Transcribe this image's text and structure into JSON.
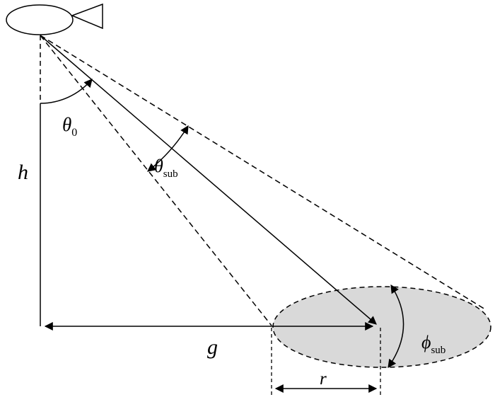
{
  "figure": {
    "description": "Satellite antenna beam geometry over ground footprint",
    "labels": {
      "height": "h",
      "nadir_angle_symbol": "θ",
      "nadir_angle_subscript": "0",
      "beamwidth_symbol": "θ",
      "beamwidth_subscript": "sub",
      "ground_range": "g",
      "azimuth_symbol": "ϕ",
      "azimuth_subscript": "sub",
      "footprint_radius": "r"
    },
    "colors": {
      "line": "#000000",
      "footprint_fill": "#d9d9d9",
      "background": "#ffffff"
    }
  }
}
